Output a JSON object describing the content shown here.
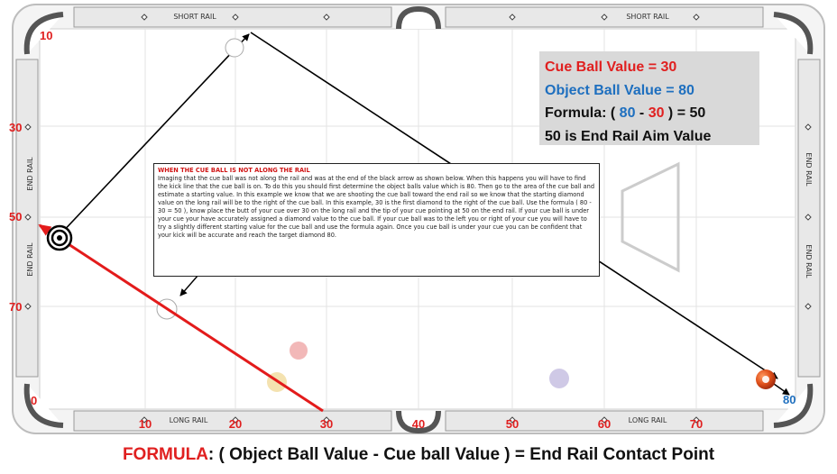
{
  "rails": {
    "short_rail_left": "SHORT RAIL",
    "short_rail_right": "SHORT RAIL",
    "long_rail_left": "LONG RAIL",
    "long_rail_right": "LONG RAIL",
    "end_rail_left_top": "END RAIL",
    "end_rail_left_bottom": "END RAIL",
    "end_rail_right_top": "END RAIL",
    "end_rail_right_bottom": "END RAIL"
  },
  "diamond_values": {
    "corner_top_left": "10",
    "corner_bottom_left": "0",
    "corner_bottom_right": "80",
    "left_30": "30",
    "left_50": "50",
    "left_70": "70",
    "bottom": [
      "10",
      "20",
      "30",
      "40",
      "50",
      "60",
      "70"
    ]
  },
  "info_box": {
    "cue_label": "Cue Ball Value = ",
    "cue_value": "30",
    "object_label": "Object Ball Value = ",
    "object_value": "80",
    "formula_prefix": "Formula: ( ",
    "formula_a": "80",
    "formula_minus": " - ",
    "formula_b": "30",
    "formula_suffix": " ) = 50",
    "aim_line": "50 is End Rail Aim Value"
  },
  "note": {
    "title": "WHEN THE CUE BALL IS NOT ALONG THE RAIL",
    "body": "Imaging that the cue ball was not along the rail and was at the end of the black arrow as shown below.  When this happens you will have to find the kick line  that the cue ball is on. To do this you  should first determine the object balls value which is 80. Then go to the area of the cue ball and estimate a starting value. In this example we know that we are shooting the cue ball toward the end rail so we know that the starting diamond value on the long rail will  be to the right of the cue ball. In this example, 30 is the first diamond to the right of the cue ball.  Use the formula ( 80 - 30 = 50 ), know place the butt of your cue over 30 on the long rail and the tip of your cue pointing  at 50 on the end rail. If your cue ball  is under your cue your have accurately  assigned a diamond value to the cue ball.  If your cue ball was to the left you or right of your cue you will have to try a slightly different starting value for the  cue ball and use the formula again. Once you cue ball is under your cue you can be confident  that your kick will be accurate and reach the target diamond 80."
  },
  "footer": {
    "label": "FORMULA",
    "text": ": ( Object Ball Value - Cue ball Value ) = End Rail Contact Point"
  },
  "colors": {
    "red": "#e02020",
    "blue": "#1e6fbf",
    "info_bg": "#d9d9d9",
    "object_ball": "#e0501a"
  }
}
